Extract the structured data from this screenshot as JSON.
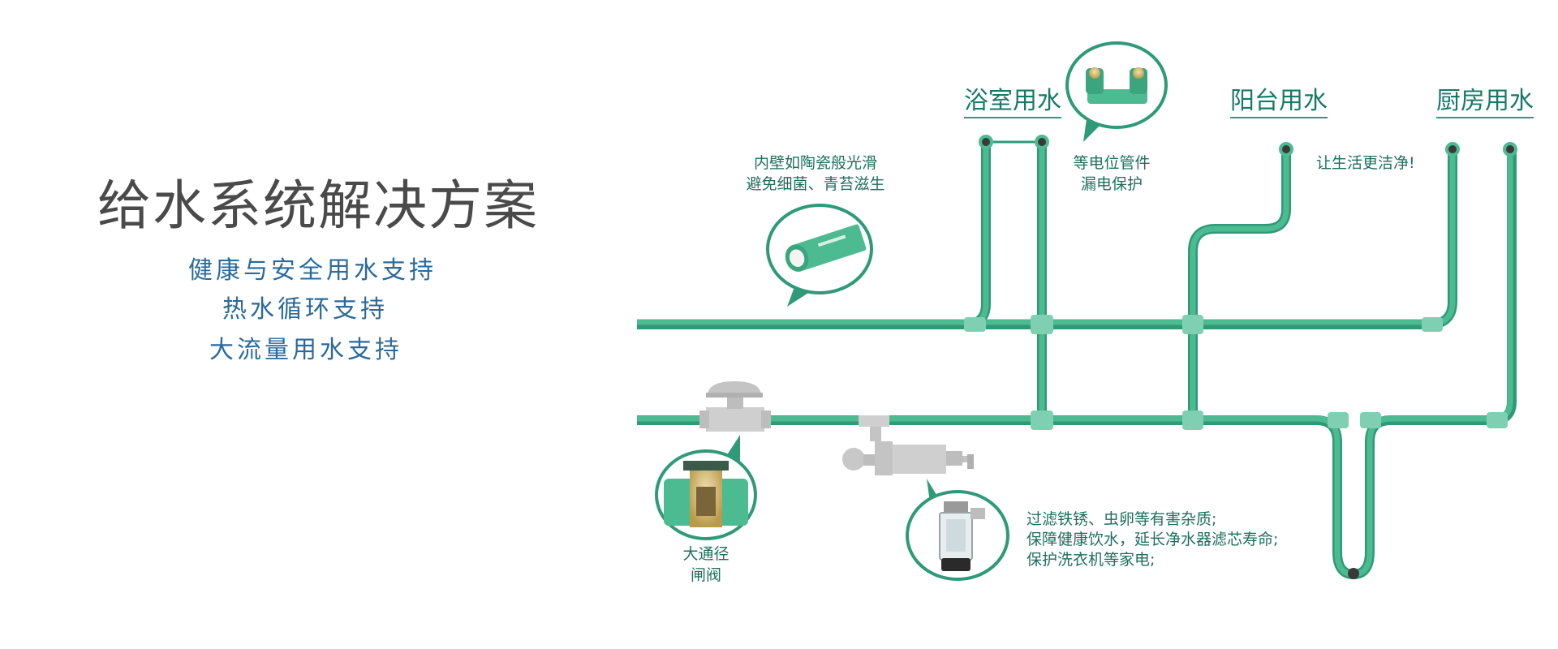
{
  "title": "给水系统解决方案",
  "features": [
    "健康与安全用水支持",
    "热水循环支持",
    "大流量用水支持"
  ],
  "rooms": {
    "bathroom": "浴室用水",
    "balcony": "阳台用水",
    "kitchen": "厨房用水"
  },
  "notes": {
    "inner_wall": [
      "内壁如陶瓷般光滑",
      "避免细菌、青苔滋生"
    ],
    "equipotential": [
      "等电位管件",
      "漏电保护"
    ],
    "cleaner": "让生活更洁净!",
    "gate_valve": [
      "大通径",
      "闸阀"
    ],
    "filter": [
      "过滤铁锈、虫卵等有害杂质;",
      "保障健康饮水，延长净水器滤芯寿命;",
      "保护洗衣机等家电;"
    ]
  },
  "colors": {
    "pipe": "#4dbb91",
    "pipe_light": "#7fd0b2",
    "pipe_dark": "#2e9a78",
    "valve_gray": "#c8c8c8",
    "text_blue": "#2a6a9c",
    "text_green": "#1f6f5e"
  }
}
